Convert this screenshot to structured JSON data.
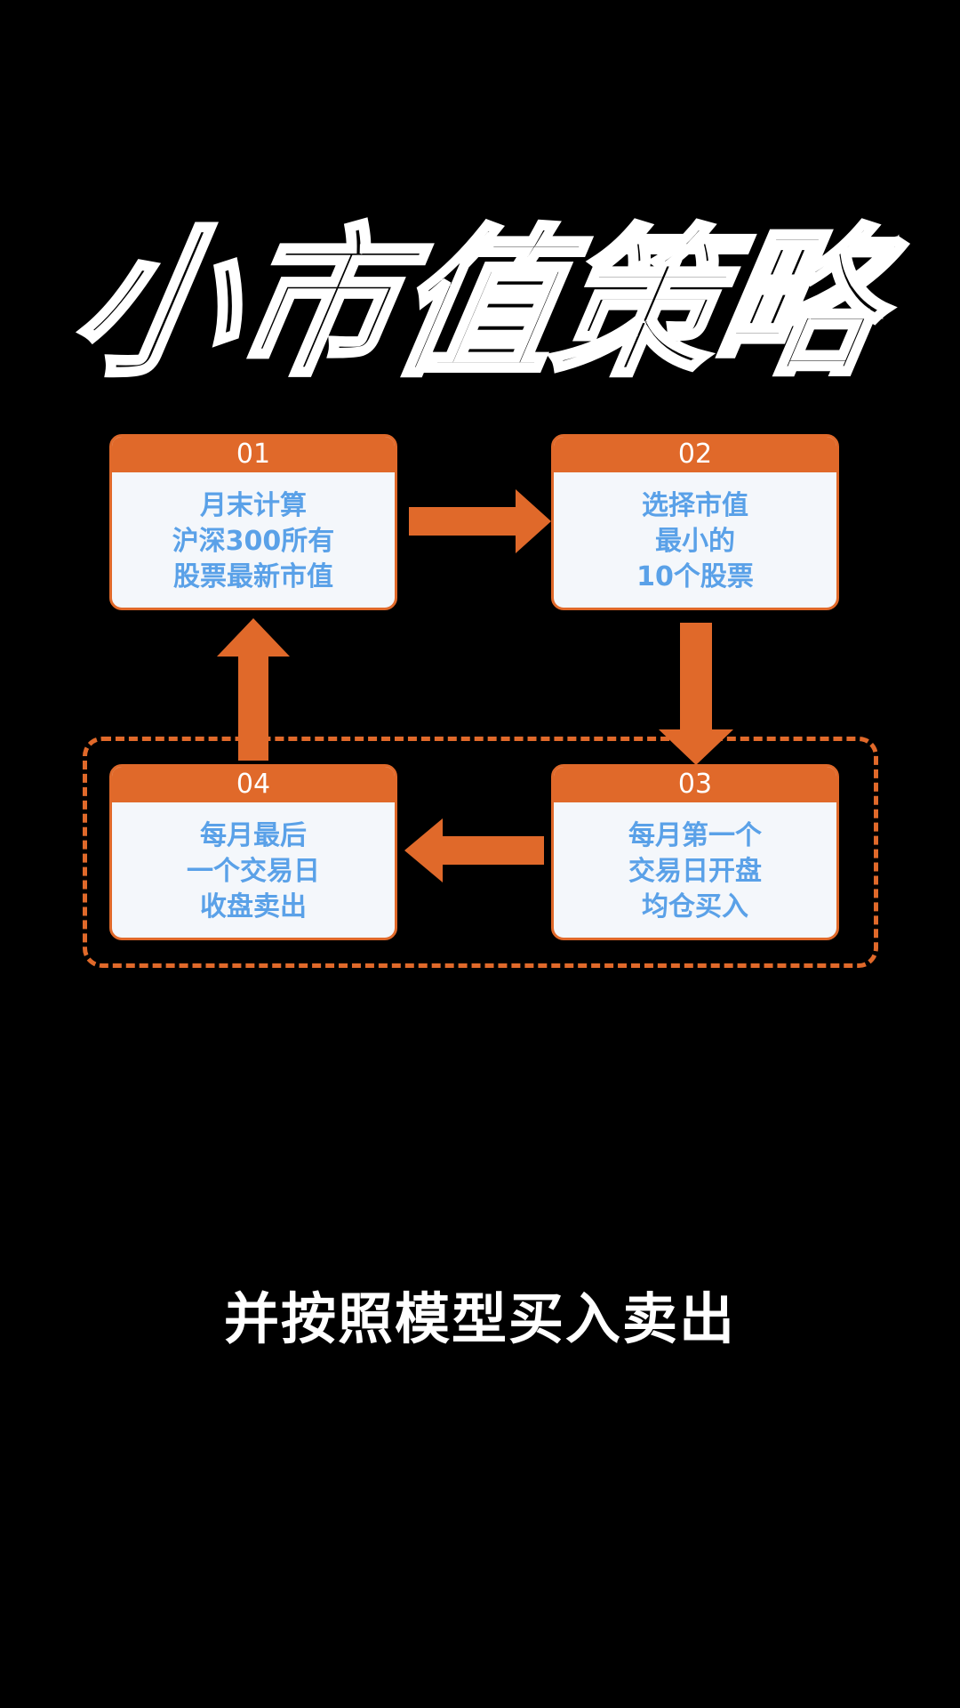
{
  "title": "小市值策略",
  "subtitle": "并按照模型买入卖出",
  "steps": [
    {
      "num": "01",
      "lines": [
        "月末计算",
        "沪深300所有",
        "股票最新市值"
      ]
    },
    {
      "num": "02",
      "lines": [
        "选择市值",
        "最小的",
        "10个股票"
      ]
    },
    {
      "num": "03",
      "lines": [
        "每月第一个",
        "交易日开盘",
        "均仓买入"
      ]
    },
    {
      "num": "04",
      "lines": [
        "每月最后",
        "一个交易日",
        "收盘卖出"
      ]
    }
  ],
  "colors": {
    "accent": "#e0692a",
    "card_text": "#5aa1e8",
    "card_bg": "#f4f7fb",
    "background": "#000000"
  }
}
